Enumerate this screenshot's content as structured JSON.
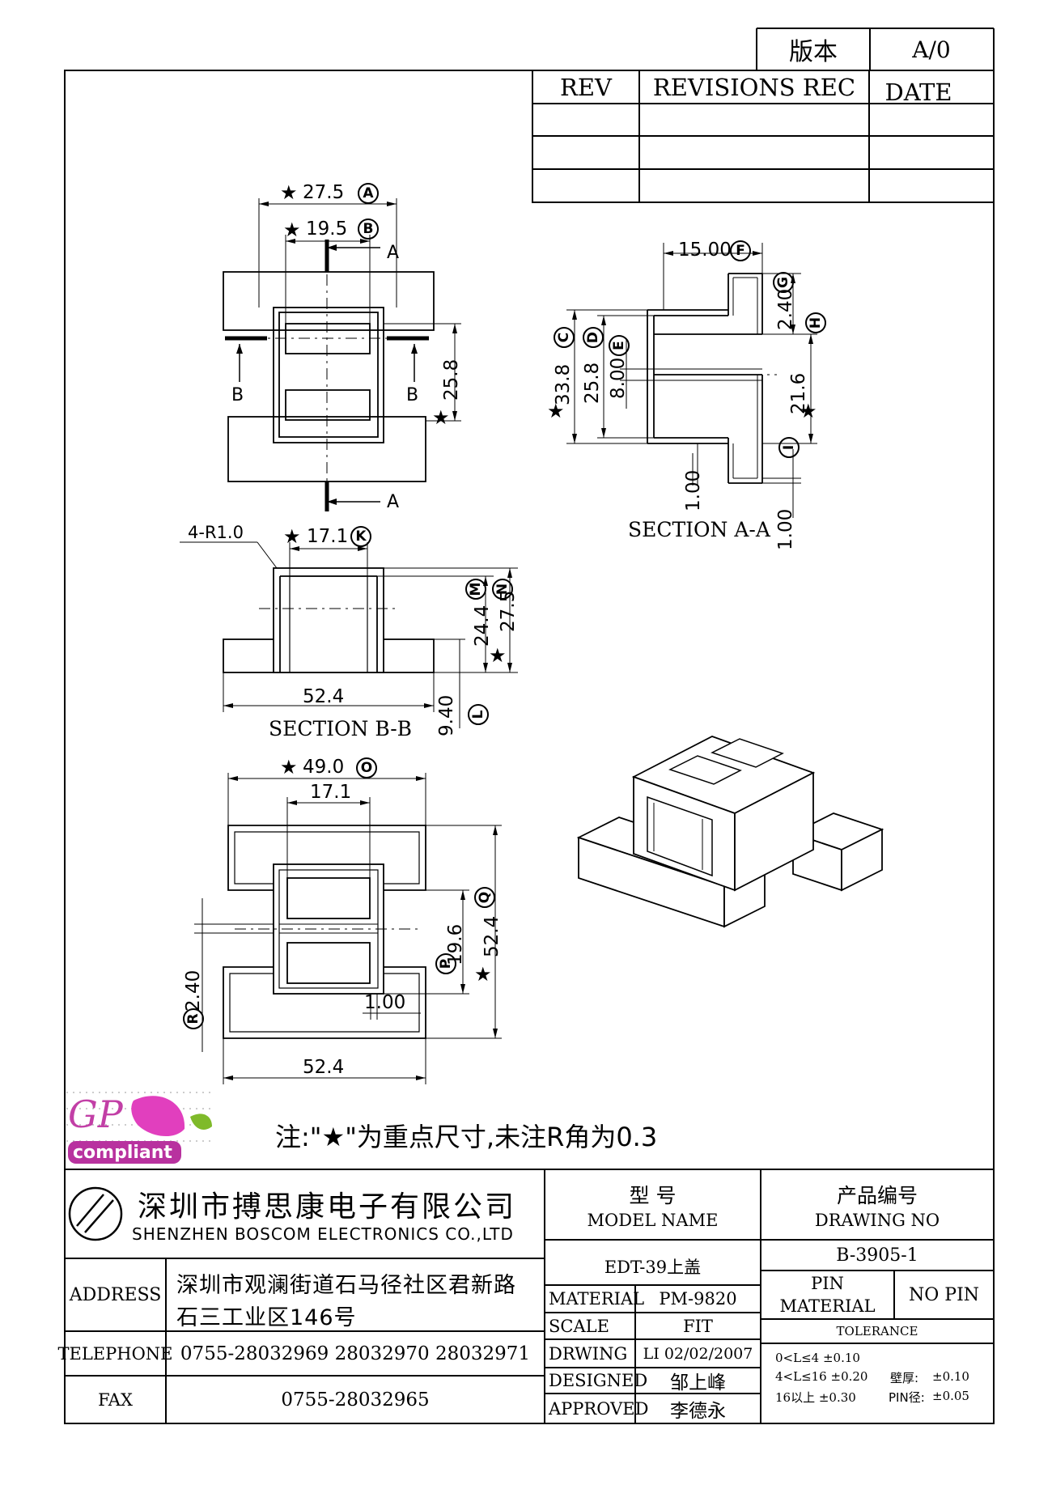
{
  "version_box": {
    "label": "版本",
    "value": "A/0"
  },
  "revisions": {
    "rev": "REV",
    "rec": "REVISIONS REC",
    "date": "DATE"
  },
  "views": {
    "section_aa": "SECTION A-A",
    "section_bb": "SECTION B-B"
  },
  "markers": {
    "a": "A",
    "b": "B"
  },
  "dims": {
    "top": {
      "d275": "27.5",
      "d195": "19.5",
      "d258": "25.8"
    },
    "aa": {
      "d1500": "15.00",
      "d240": "2.40",
      "d338": "33.8",
      "d258": "25.8",
      "d800": "8.00",
      "d216": "21.6",
      "d100a": "1.00",
      "d100b": "1.00"
    },
    "bb": {
      "r10": "4-R1.0",
      "d171": "17.1",
      "d244": "24.4",
      "d275": "27.5",
      "d524": "52.4",
      "d940": "9.40"
    },
    "bottom": {
      "d490": "49.0",
      "d171": "17.1",
      "d196": "19.6",
      "d524v": "52.4",
      "d240": "2.40",
      "d100": "1.00",
      "d524h": "52.4"
    }
  },
  "circled": {
    "A": "A",
    "B": "B",
    "C": "C",
    "D": "D",
    "E": "E",
    "F": "F",
    "G": "G",
    "H": "H",
    "I": "I",
    "K": "K",
    "L": "L",
    "M": "M",
    "N": "N",
    "O": "O",
    "P": "P",
    "Q": "Q",
    "R": "R"
  },
  "note": "注:\"★\"为重点尺寸,未注R角为0.3",
  "logo": {
    "gp": "GP",
    "compliant": "compliant"
  },
  "company": {
    "cn": "深圳市搏思康电子有限公司",
    "en": "SHENZHEN BOSCOM ELECTRONICS CO.,LTD"
  },
  "title_block": {
    "model_cn": "型    号",
    "model_en": "MODEL NAME",
    "drawing_cn": "产品编号",
    "drawing_en": "DRAWING NO",
    "model_value": "EDT-39上盖",
    "drawing_value": "B-3905-1",
    "address_label": "ADDRESS",
    "address_1": "深圳市观澜街道石马径社区君新路",
    "address_2": "石三工业区146号",
    "telephone_label": "TELEPHONE",
    "telephone": "0755-28032969 28032970 28032971",
    "fax_label": "FAX",
    "fax": "0755-28032965",
    "material_label": "MATERIAL",
    "material": "PM-9820",
    "scale_label": "SCALE",
    "scale": "FIT",
    "drawing_label": "DRWING",
    "drawing": "LI 02/02/2007",
    "designed_label": "DESIGNED",
    "designed": "邹上峰",
    "approved_label": "APPROVED",
    "approved": "李德永",
    "pin_material_1": "PIN",
    "pin_material_2": "MATERIAL",
    "pin_material": "NO PIN",
    "tolerance_label": "TOLERANCE",
    "tol_1": "0<L≤4  ±0.10",
    "tol_2": "4<L≤16  ±0.20",
    "tol_3": "16以上      ±0.30",
    "wall_label": "壁厚:",
    "wall": "±0.10",
    "pin_label": "PIN径:",
    "pin": "±0.05"
  }
}
